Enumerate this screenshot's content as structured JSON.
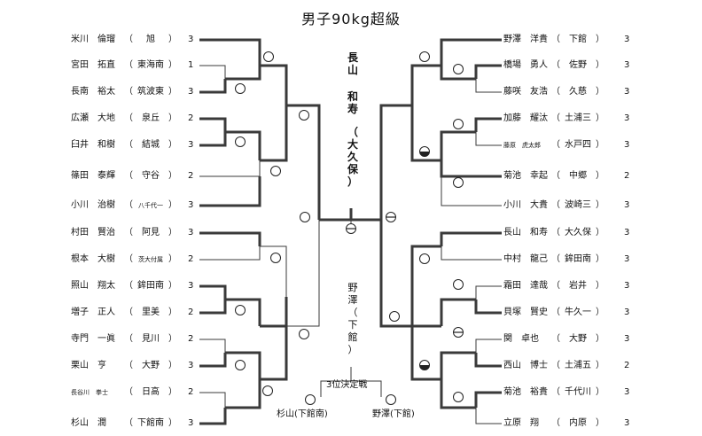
{
  "title": "男子90kg超級",
  "left": [
    {
      "name": "米川　倫瑠",
      "school": "旭",
      "score": "3"
    },
    {
      "name": "宮田　拓直",
      "school": "東海南",
      "score": "1"
    },
    {
      "name": "長南　裕太",
      "school": "筑波東",
      "score": "3"
    },
    {
      "name": "広瀬　大地",
      "school": "泉丘",
      "score": "2"
    },
    {
      "name": "臼井　和樹",
      "school": "結城",
      "score": "3"
    },
    {
      "name": "篠田　泰輝",
      "school": "守谷",
      "score": "2"
    },
    {
      "name": "小川　治樹",
      "school": "八千代一",
      "score": "3"
    },
    {
      "name": "村田　賢治",
      "school": "阿見",
      "score": "3"
    },
    {
      "name": "根本　大樹",
      "school": "茨大付属",
      "score": "2"
    },
    {
      "name": "照山　翔太",
      "school": "鉾田南",
      "score": "3"
    },
    {
      "name": "増子　正人",
      "school": "里美",
      "score": "2"
    },
    {
      "name": "寺門　一眞",
      "school": "見川",
      "score": "2"
    },
    {
      "name": "栗山　亨",
      "school": "大野",
      "score": "3"
    },
    {
      "name": "長谷川　拳士",
      "school": "日高",
      "score": "2"
    },
    {
      "name": "杉山　潤",
      "school": "下館南",
      "score": "3"
    }
  ],
  "right": [
    {
      "name": "野澤　洋貴",
      "school": "下館",
      "score": "3"
    },
    {
      "name": "橋場　勇人",
      "school": "佐野",
      "score": "3"
    },
    {
      "name": "藤咲　友浩",
      "school": "久慈",
      "score": "3"
    },
    {
      "name": "加藤　耀汰",
      "school": "土浦三",
      "score": "3"
    },
    {
      "name": "藤原　虎太郎",
      "school": "水戸四",
      "score": "3"
    },
    {
      "name": "菊池　幸起",
      "school": "中郷",
      "score": "2"
    },
    {
      "name": "小川　大貴",
      "school": "波崎三",
      "score": "3"
    },
    {
      "name": "長山　和寿",
      "school": "大久保",
      "score": "3"
    },
    {
      "name": "中村　龍己",
      "school": "鉾田南",
      "score": "3"
    },
    {
      "name": "霜田　達哉",
      "school": "岩井",
      "score": "3"
    },
    {
      "name": "貝塚　賢史",
      "school": "牛久一",
      "score": "3"
    },
    {
      "name": "関　卓也",
      "school": "大野",
      "score": "3"
    },
    {
      "name": "西山　博士",
      "school": "土浦五",
      "score": "2"
    },
    {
      "name": "菊池　裕貴",
      "school": "千代川",
      "score": "3"
    },
    {
      "name": "立原　翔",
      "school": "内原",
      "score": "3"
    }
  ],
  "champion": {
    "name_chars": [
      "長",
      "山",
      "和",
      "寿"
    ],
    "school_chars": [
      "（",
      "大",
      "久",
      "保",
      "）"
    ]
  },
  "runner_up": {
    "name_chars": [
      "野",
      "澤"
    ],
    "school_chars": [
      "（",
      "下",
      "館",
      "）"
    ]
  },
  "third_place": {
    "label": "3位決定戦",
    "left": "杉山(下館南)",
    "right": "野澤(下館)"
  },
  "colors": {
    "line": "#3a3a3a",
    "text": "#111111"
  }
}
